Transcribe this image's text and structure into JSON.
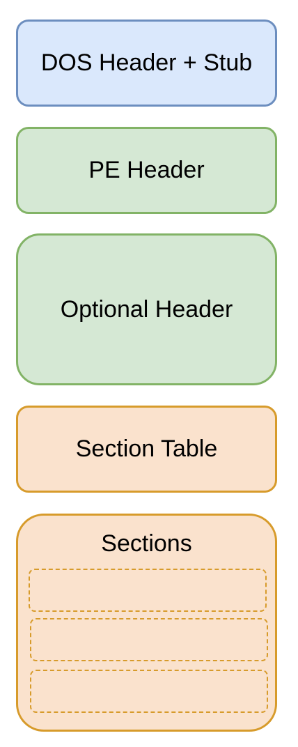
{
  "diagram": {
    "blocks": {
      "dos_header": "DOS Header + Stub",
      "pe_header": "PE Header",
      "optional_header": "Optional Header",
      "section_table": "Section Table",
      "sections": "Sections"
    },
    "section_slot_count": 3,
    "colors": {
      "dos_fill": "#dae8fc",
      "dos_stroke": "#6c8ebf",
      "header_fill": "#d5e8d4",
      "header_stroke": "#82b366",
      "section_fill": "#fae2cd",
      "section_stroke": "#d79b2b"
    }
  }
}
